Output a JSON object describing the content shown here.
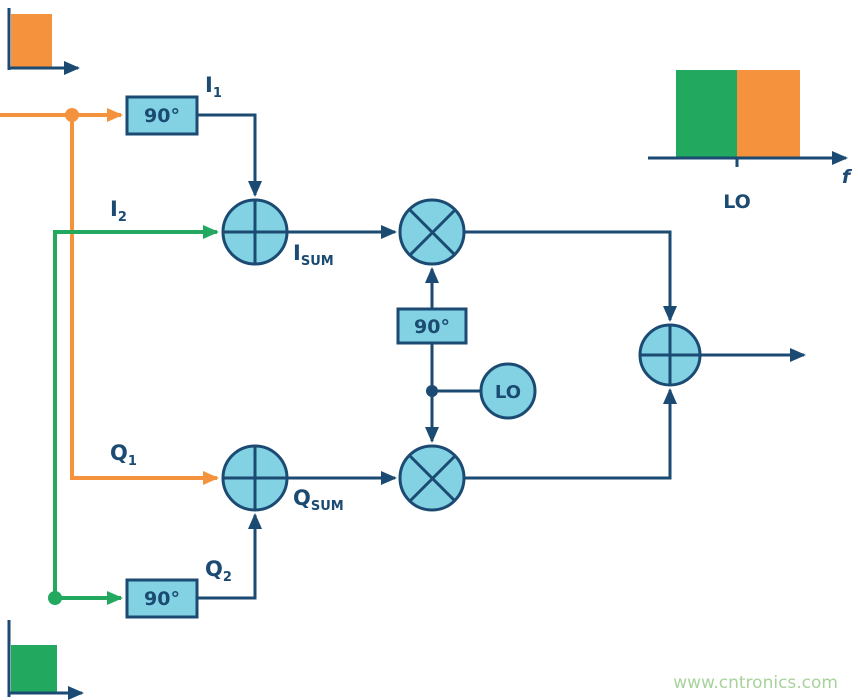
{
  "colors": {
    "navy": "#1b4a72",
    "cyan": "#82d2e3",
    "orange": "#f5923e",
    "green": "#22a95f",
    "watermark": "#a8d29b",
    "bg": "#ffffff"
  },
  "labels": {
    "i1": {
      "base": "I",
      "sub": "1"
    },
    "i2": {
      "base": "I",
      "sub": "2"
    },
    "q1": {
      "base": "Q",
      "sub": "1"
    },
    "q2": {
      "base": "Q",
      "sub": "2"
    },
    "i_sum": {
      "base": "I",
      "sub": "SUM"
    },
    "q_sum": {
      "base": "Q",
      "sub": "SUM"
    },
    "phase_90": "90°",
    "lo_source": "LO",
    "spectrum_lo": "LO",
    "spectrum_f": "f",
    "watermark": "www.cntronics.com"
  }
}
